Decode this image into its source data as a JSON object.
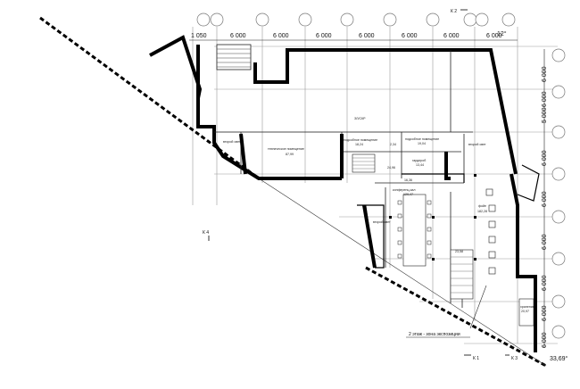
{
  "drawing": {
    "dimensions_top": [
      "1 050",
      "6 000",
      "6 000",
      "6 000",
      "6 000",
      "6 000",
      "6 000",
      "6 000"
    ],
    "dimensions_right": [
      "6 000",
      "6 000",
      "5 000",
      "6 000",
      "6 000",
      "6 000",
      "6 000",
      "6 000",
      "6 000"
    ],
    "angle_top": "12°",
    "angle_bottom": "33,69°",
    "section_marks": {
      "k1": "К 1",
      "k2": "К 2",
      "k3": "К 3",
      "k4": "К 4"
    },
    "rooms": {
      "entrance": "ЗЛ/СКР",
      "technical": "техническое помещение",
      "technical_area": "87,99",
      "utility1": "подсобное помещение",
      "utility1_area": "18,24",
      "utility2": "подсобное помещение",
      "utility2_area": "19,04",
      "small1": "2,34",
      "small2": "24,96",
      "wardrobe": "гардероб",
      "wardrobe_area": "13,44",
      "conference": "конференц-зал",
      "conference_area": "129,47",
      "foyer": "фойе",
      "foyer_area": "182,28",
      "corridor": "16,36",
      "stair": "23,58",
      "open_light_n": "второй свет",
      "open_light_w": "второй свет",
      "open_light_s": "второй свет",
      "storage": "хранение",
      "storage_area": "20,97"
    },
    "caption": "2 этаж - зона экспозиции"
  }
}
